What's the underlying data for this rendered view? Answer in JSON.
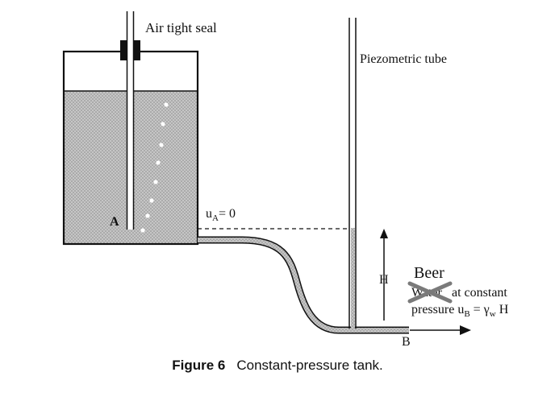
{
  "labels": {
    "air_tight_seal": "Air tight seal",
    "piezometric_tube": "Piezometric tube",
    "point_a": "A",
    "point_b": "B",
    "ua_text": "u",
    "ua_sub": "A",
    "ua_value": "= 0",
    "height": "H",
    "beer": "Beer",
    "water_struck": "Water",
    "at_constant": "at constant",
    "pressure": "pressure u",
    "ub_sub": "B",
    "ub_eq": " = γ",
    "w_sub": "w",
    "ub_h": " H"
  },
  "caption": {
    "figure_label": "Figure 6",
    "text": "Constant-pressure tank."
  },
  "colors": {
    "water": "#bdbdbd",
    "line": "#111111",
    "strike": "#7a7a7a"
  }
}
